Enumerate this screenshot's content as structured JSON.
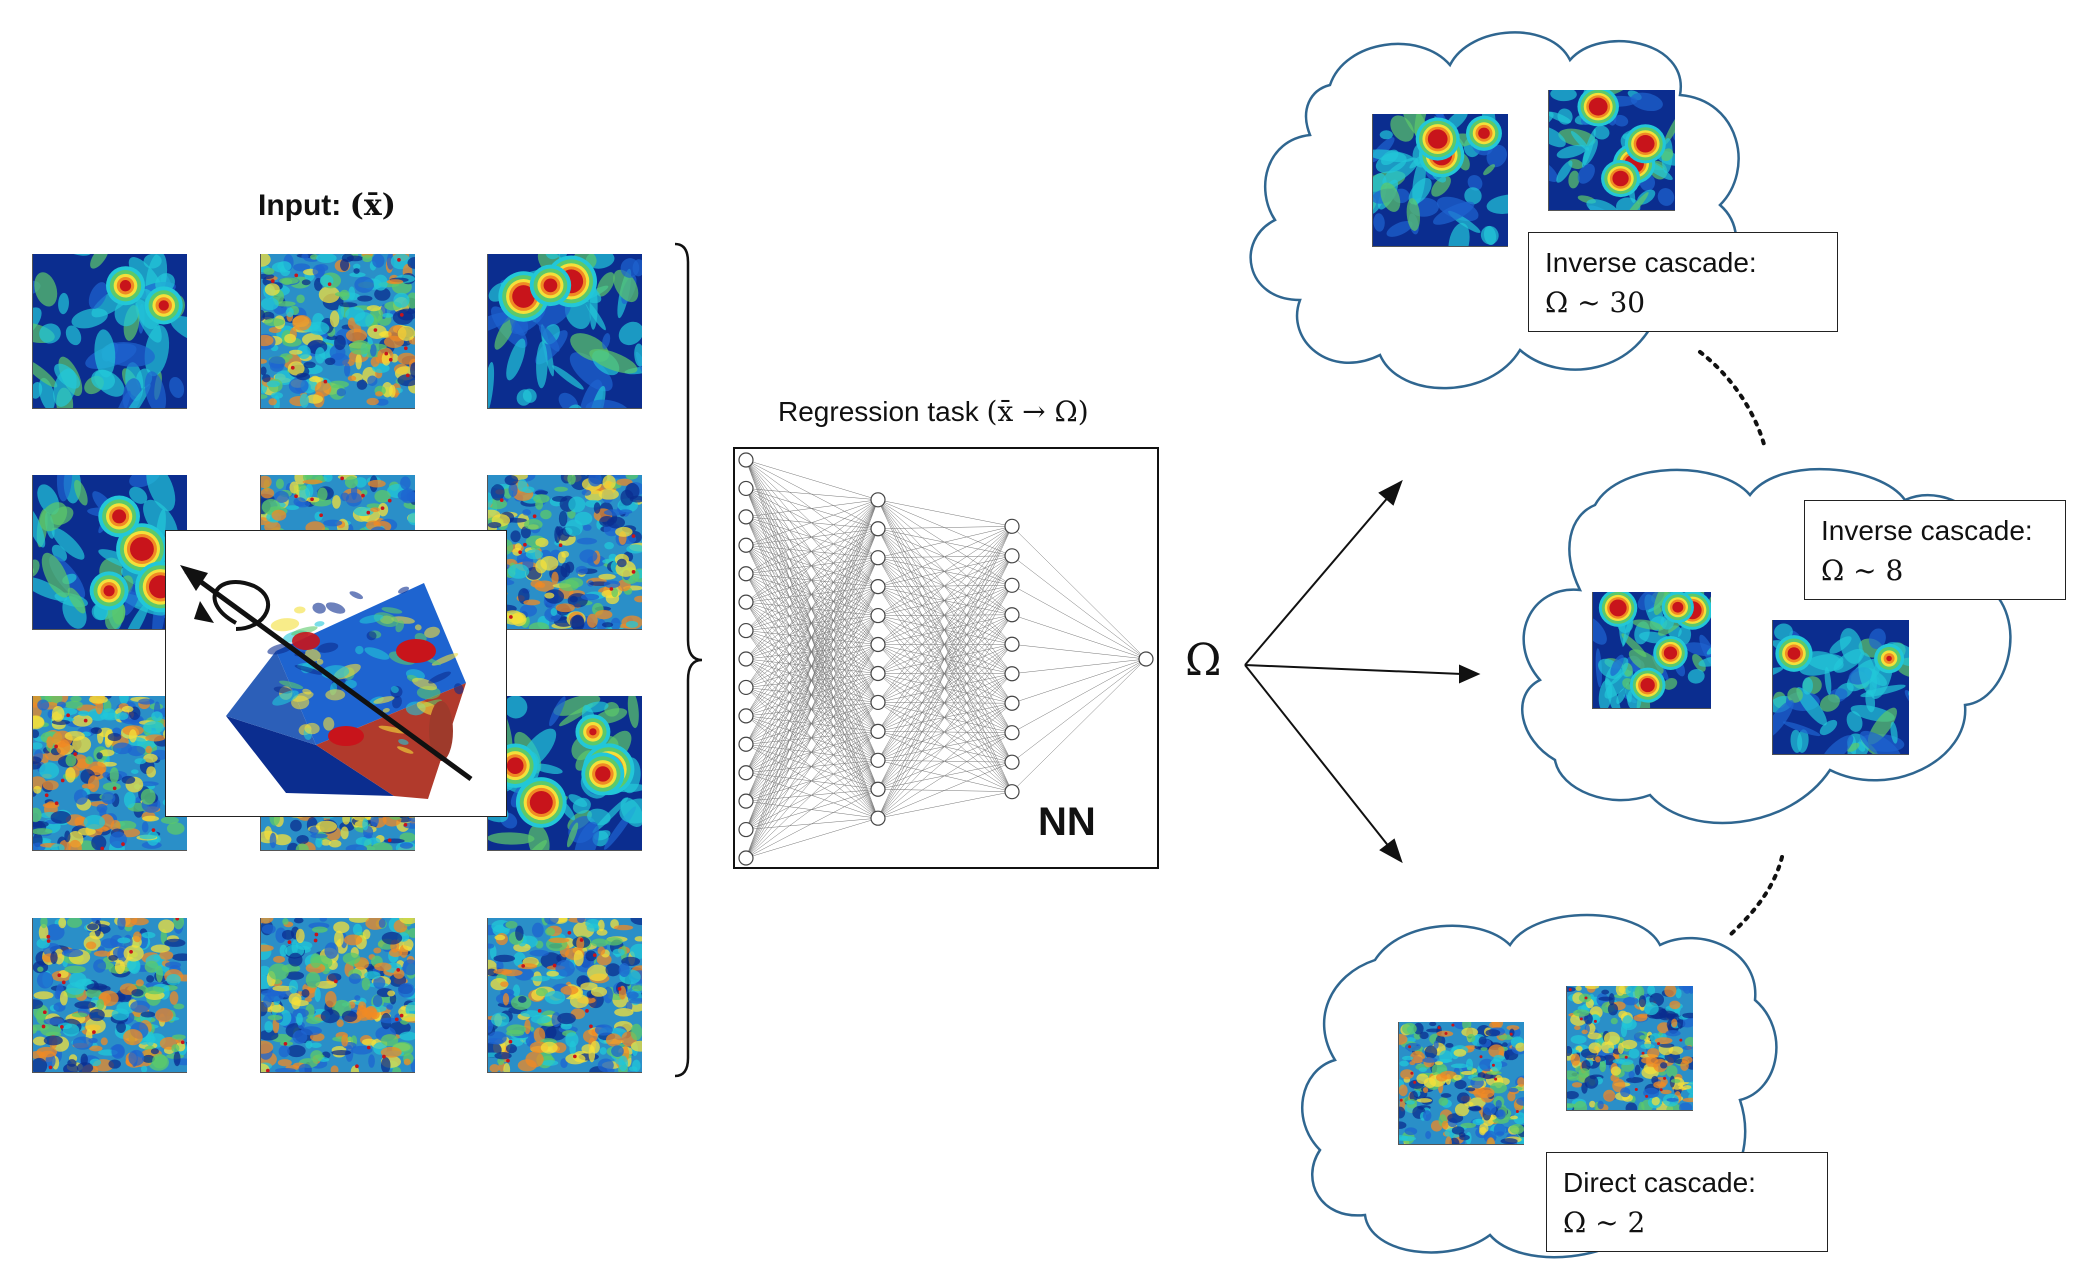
{
  "input_title_prefix": "Input: ",
  "input_title_symbol": "(x̄)",
  "regression_prefix": "Regression task ",
  "regression_symbol": "(x̄ → Ω)",
  "nn_label": "NN",
  "output_symbol": "Ω",
  "clouds": [
    {
      "title": "Inverse cascade:",
      "value": "Ω ~ 30"
    },
    {
      "title": "Inverse cascade:",
      "value": "Ω ~ 8"
    },
    {
      "title": "Direct cascade:",
      "value": "Ω ~ 2"
    }
  ],
  "network": {
    "layers": [
      15,
      12,
      10,
      1
    ]
  },
  "colors": {
    "cloud_outline": "#2f6690",
    "field_low": "#0b2d8f",
    "field_mid_blue": "#1e64d0",
    "field_cyan": "#22c7d8",
    "field_green": "#5cc96a",
    "field_yellow": "#f4e03a",
    "field_orange": "#f08a24",
    "field_red": "#c8141b",
    "cube_dark": "#9e3a2b"
  }
}
